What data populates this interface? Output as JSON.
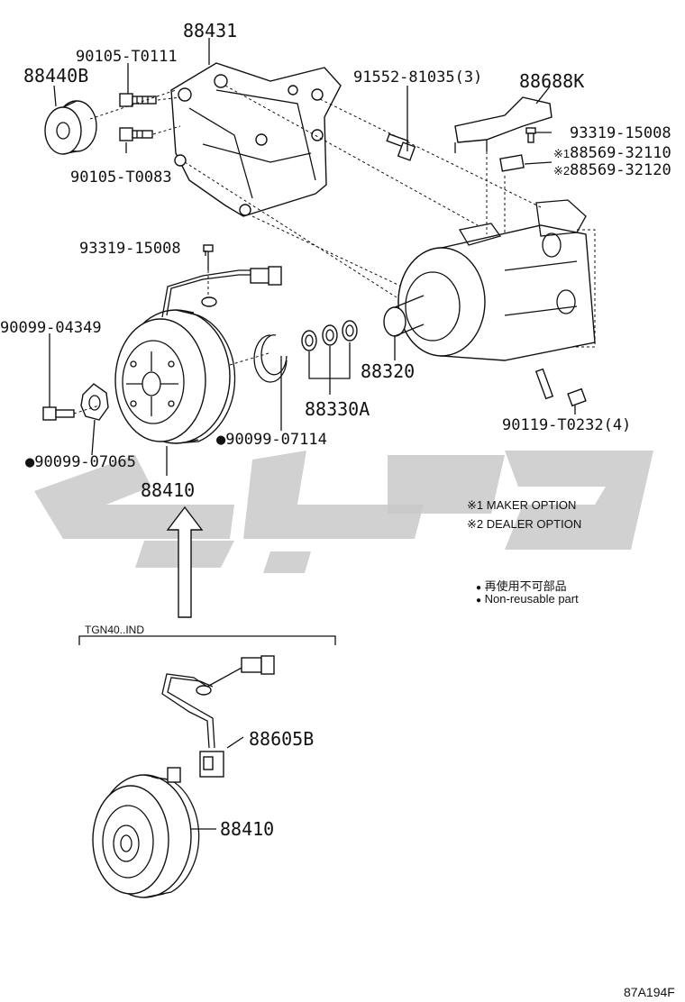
{
  "diagram_code": "87A194F",
  "parts": {
    "bracket": "88431",
    "idler_pulley": "88440B",
    "bolt_upper": "90105-T0111",
    "bolt_lower": "90105-T0083",
    "bolt_set_3": "91552-81035(3)",
    "stay": "88688K",
    "stay_screw": "93319-15008",
    "relay_maker": "88569-32110",
    "relay_dealer": "88569-32120",
    "clutch_screw": "93319-15008",
    "shim_bolt": "90099-04349",
    "snap_ring": "90099-07114",
    "washer": "90099-07065",
    "compressor": "88320",
    "shims": "88330A",
    "bolt_set_4": "90119-T0232(4)",
    "clutch_assy": "88410",
    "wire_harness": "88605B",
    "clutch_assy_variant": "88410"
  },
  "marks": {
    "maker_mark": "※1",
    "dealer_mark": "※2",
    "nonreusable_mark": "●"
  },
  "notes": {
    "maker_option": "※1 MAKER OPTION",
    "dealer_option": "※2 DEALER OPTION",
    "nonreusable_jp": "再使用不可部品",
    "nonreusable_en": "Non-reusable part"
  },
  "variant_label": "TGN40..IND"
}
